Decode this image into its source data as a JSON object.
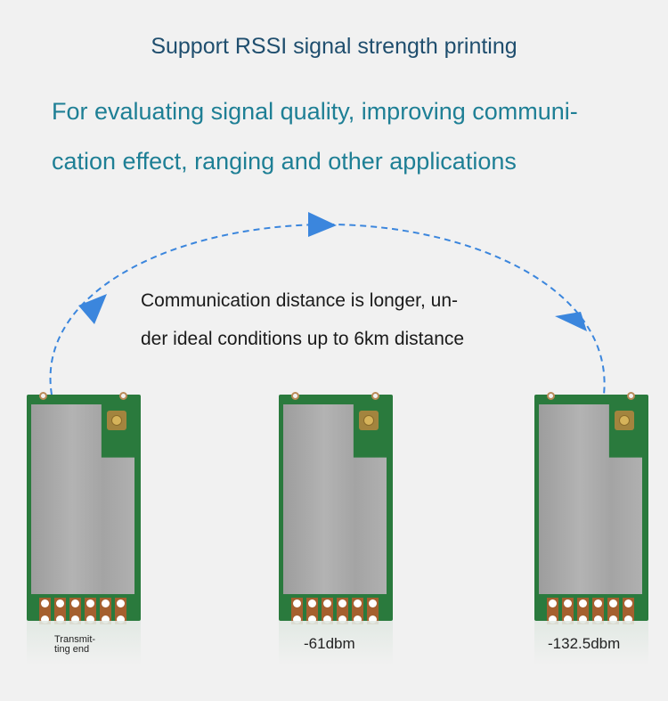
{
  "header": {
    "title": "Support RSSI signal strength printing",
    "subtitle_line1": "For evaluating signal quality, improving communi-",
    "subtitle_line2": "cation effect, ranging and other applications"
  },
  "diagram": {
    "description_line1": "Communication distance is longer, un-",
    "description_line2": "der ideal conditions up to 6km distance",
    "arrow_color": "#3b86dd",
    "modules": [
      {
        "label_line1": "Transmit-",
        "label_line2": "ting end"
      },
      {
        "label": "-61dbm"
      },
      {
        "label": "-132.5dbm"
      }
    ]
  }
}
